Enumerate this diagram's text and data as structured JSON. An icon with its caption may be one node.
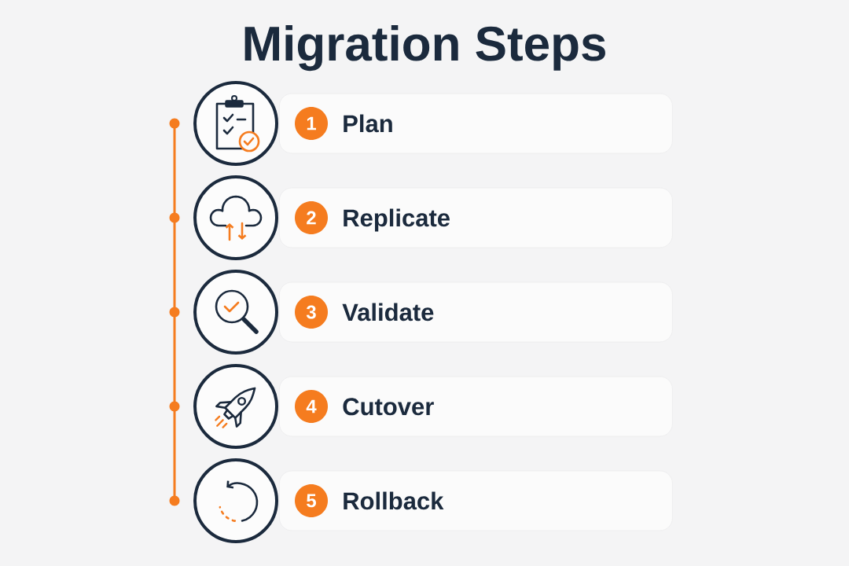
{
  "diagram": {
    "title": "Migration Steps",
    "nodes": [
      {
        "text": [
          "Plan"
        ]
      },
      {
        "text": [
          "1"
        ],
        "in": 0
      },
      {
        "text": [
          "Replicate"
        ]
      },
      {
        "text": [
          "2"
        ],
        "in": 2
      },
      {
        "text": [
          "Validate"
        ]
      },
      {
        "text": [
          "3"
        ],
        "in": 4
      },
      {
        "text": [
          "Cutover"
        ]
      },
      {
        "text": [
          "4"
        ],
        "in": 6
      },
      {
        "text": [
          "Rollback"
        ]
      },
      {
        "text": [
          "5"
        ],
        "in": 8
      }
    ]
  }
}
